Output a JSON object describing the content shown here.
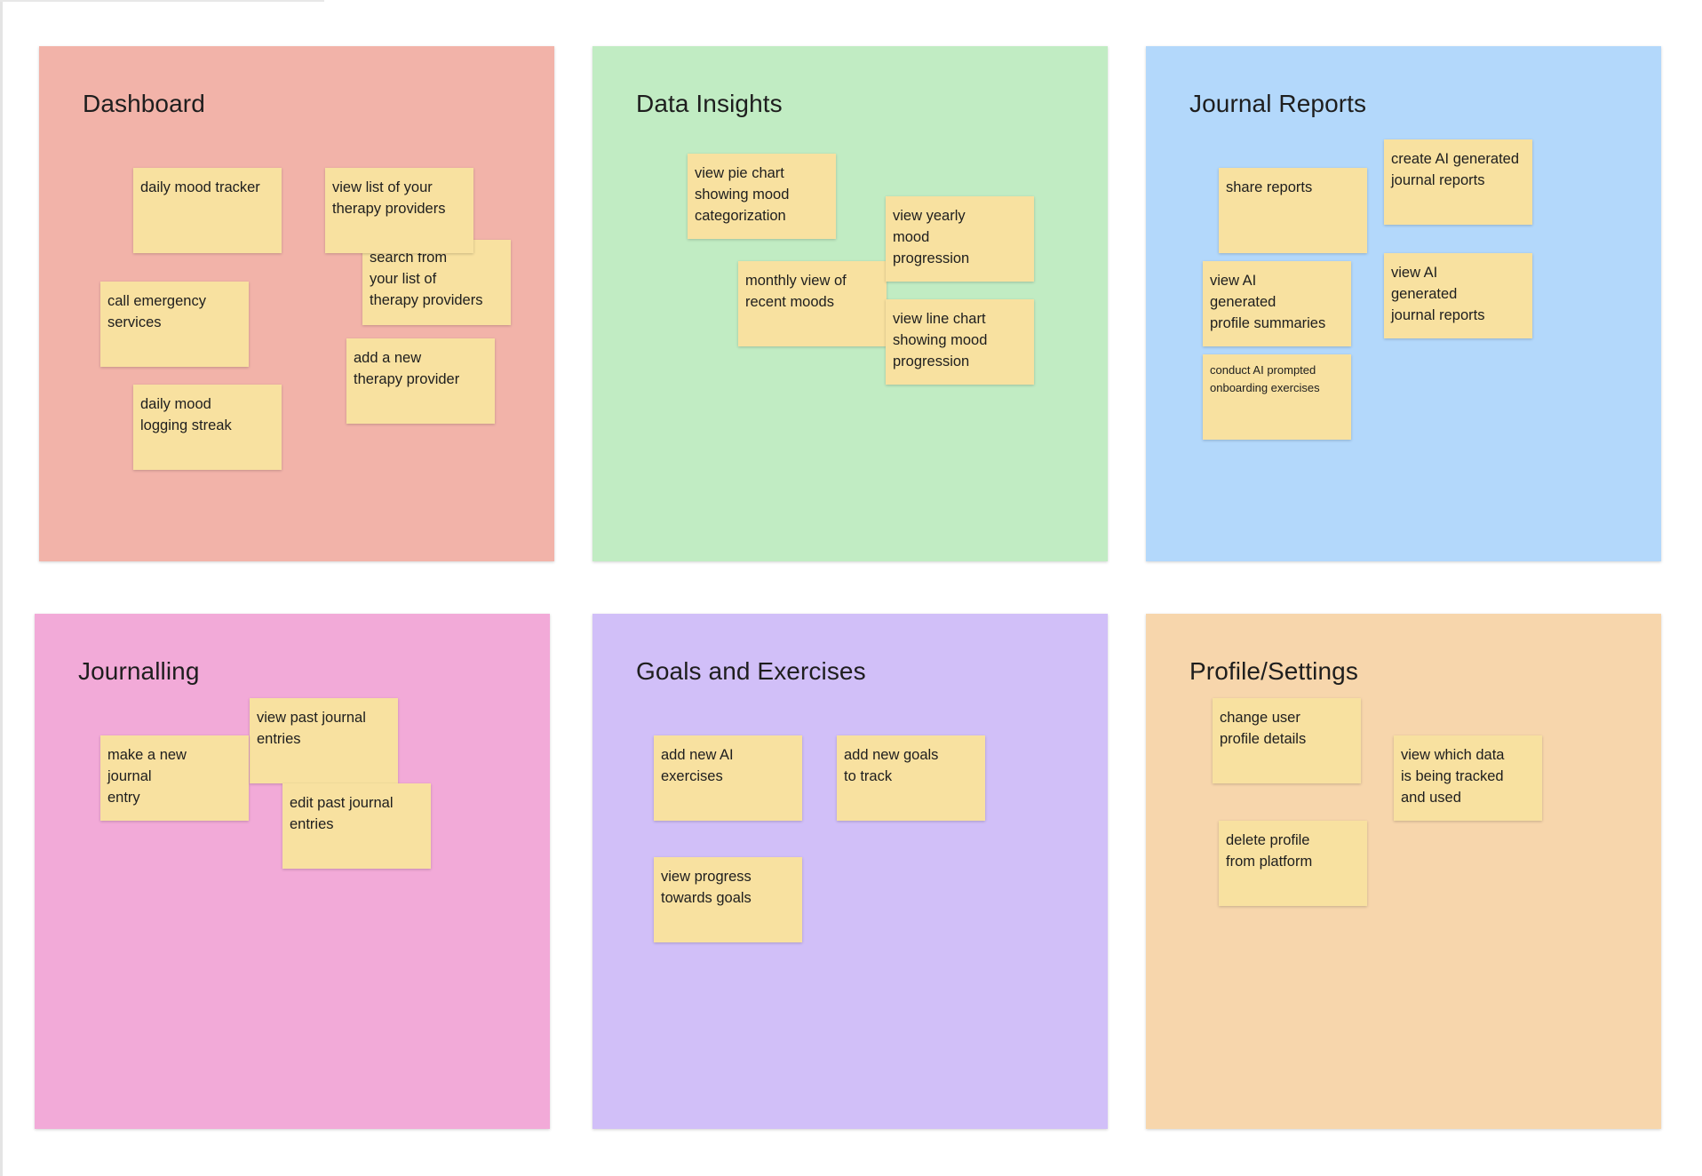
{
  "colors": {
    "dashboard": "#f2b3a9",
    "data_insights": "#c1ecc3",
    "journal_reports": "#b3d8fb",
    "journalling": "#f2aad8",
    "goals_and_exercises": "#d1bff8",
    "profile_settings": "#f7d6ac",
    "sticky_note": "#f8e1a0"
  },
  "sections": {
    "dashboard": {
      "title": "Dashboard",
      "notes": {
        "daily_mood_tracker": "daily mood tracker",
        "view_therapy_providers": "view list of your\ntherapy providers",
        "search_therapy_providers": "search from\nyour list of\ntherapy providers",
        "call_emergency": "call emergency\nservices",
        "add_therapy_provider": "add a new\ntherapy provider",
        "mood_logging_streak": "daily mood\nlogging streak"
      }
    },
    "data_insights": {
      "title": "Data Insights",
      "notes": {
        "pie_chart": "view pie chart\nshowing mood\ncategorization",
        "yearly_progression": "view yearly\nmood\nprogression",
        "monthly_view": "monthly view of\nrecent moods",
        "line_chart": "view line chart\nshowing mood\nprogression"
      }
    },
    "journal_reports": {
      "title": "Journal Reports",
      "notes": {
        "create_ai_reports": "create AI generated\njournal reports",
        "share_reports": "share reports",
        "ai_profile_summaries": "view AI\ngenerated\nprofile summaries",
        "ai_journal_reports": "view AI\ngenerated\njournal reports",
        "onboarding_exercises": "conduct AI prompted\nonboarding exercises"
      }
    },
    "journalling": {
      "title": "Journalling",
      "notes": {
        "view_past_entries": "view past journal\nentries",
        "new_entry": "make a new\njournal\nentry",
        "edit_past_entries": "edit past journal\nentries"
      }
    },
    "goals_and_exercises": {
      "title": "Goals and Exercises",
      "notes": {
        "add_ai_exercises": "add new AI\nexercises",
        "add_goals": "add new goals\nto track",
        "view_progress": "view progress\ntowards goals"
      }
    },
    "profile_settings": {
      "title": "Profile/Settings",
      "notes": {
        "change_profile": "change user\nprofile details",
        "view_tracked_data": "view which data\nis being tracked\nand used",
        "delete_profile": "delete profile\nfrom platform"
      }
    }
  }
}
